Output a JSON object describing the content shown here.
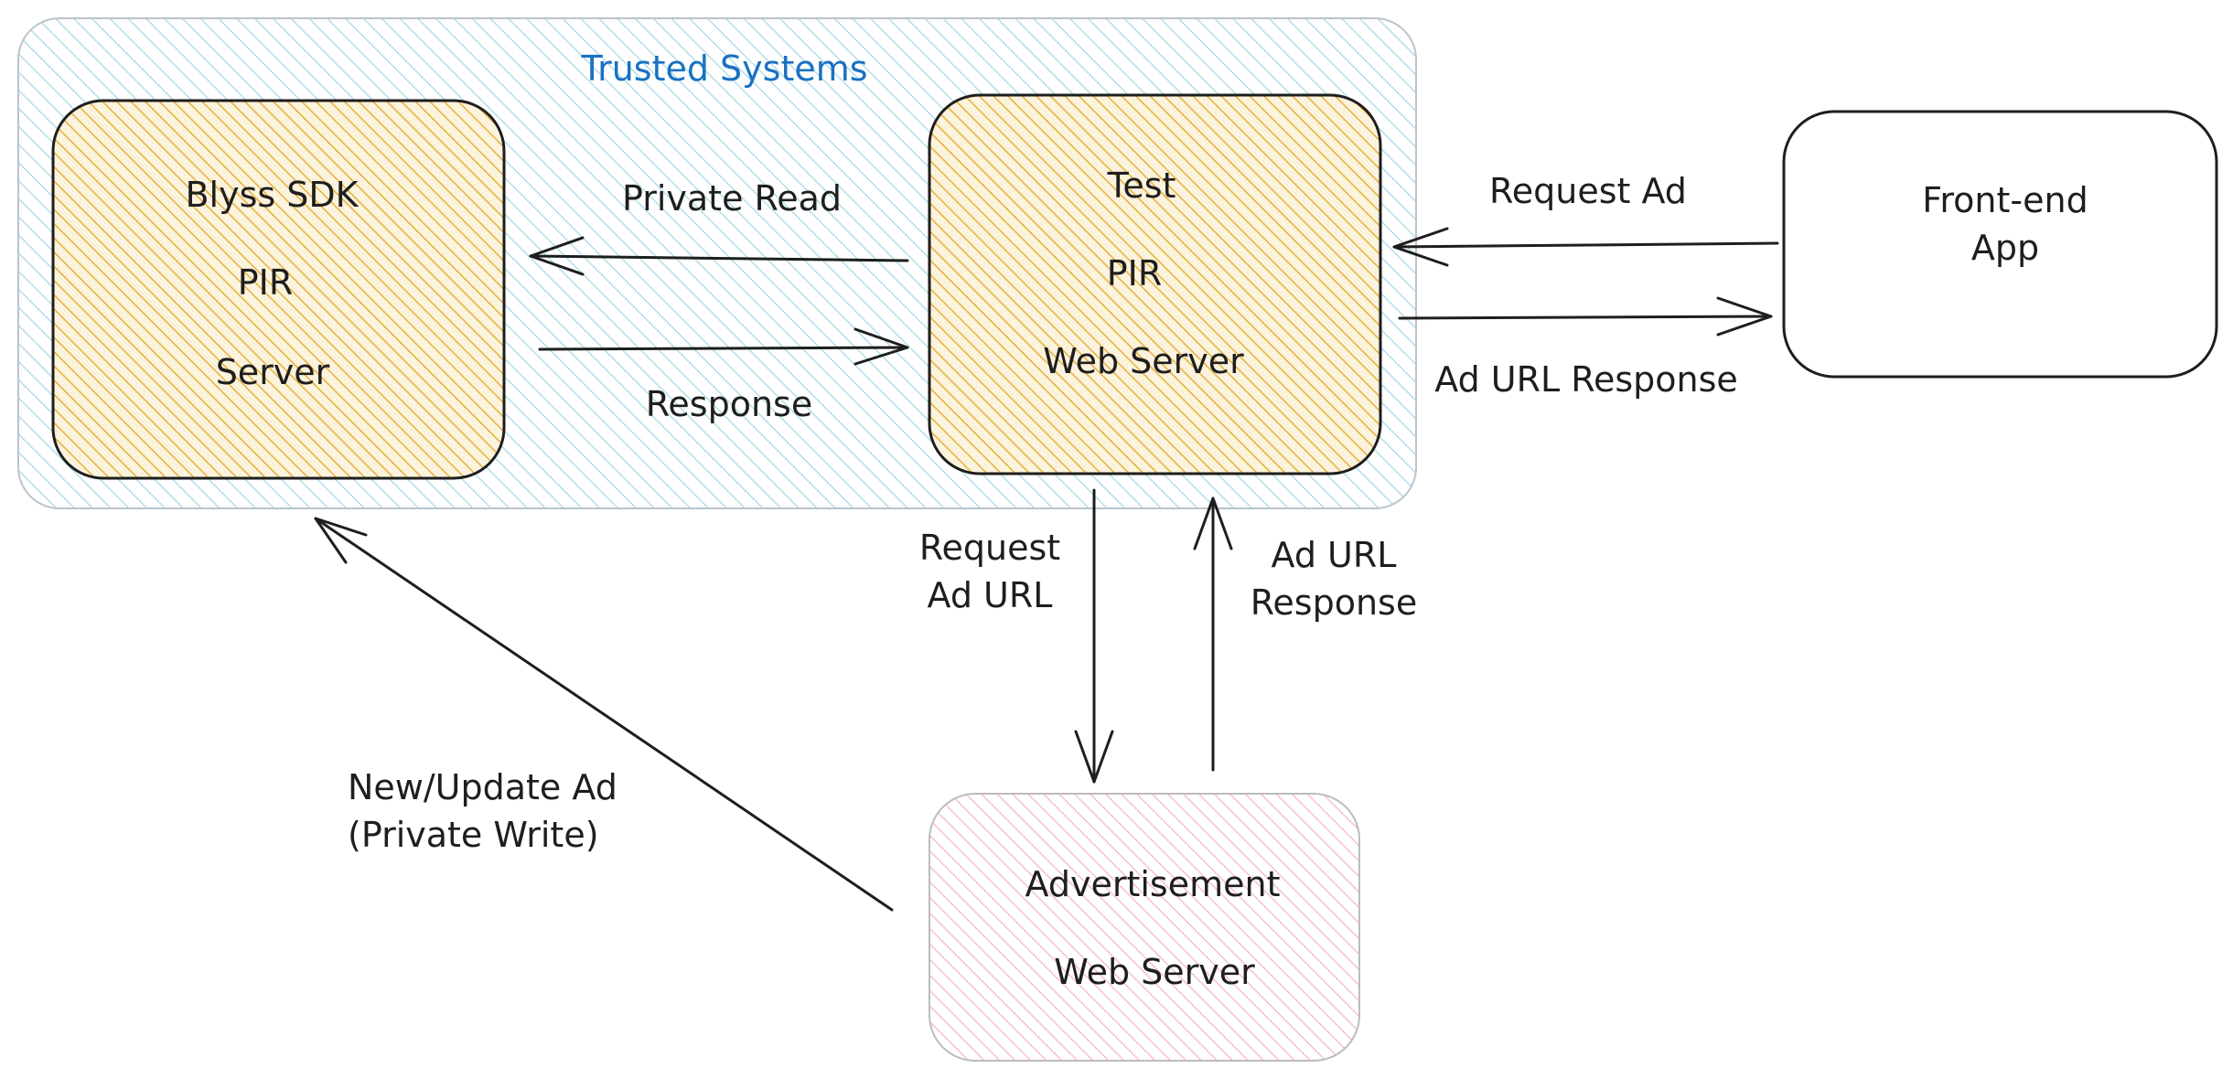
{
  "colors": {
    "trusted_fill": "#a5d8e6",
    "pir_fill": "#e8b13a",
    "ad_fill": "#f4b6c8",
    "stroke": "#1e1e1e",
    "trusted_stroke": "#b9c4cb",
    "title": "#1971c2"
  },
  "trusted": {
    "title": "Trusted Systems"
  },
  "nodes": {
    "blyss": {
      "line1": "Blyss SDK",
      "line2": "PIR",
      "line3": "Server"
    },
    "test": {
      "line1": "Test",
      "line2": "PIR",
      "line3": "Web Server"
    },
    "frontend": {
      "line1": "Front-end",
      "line2": "App"
    },
    "advert": {
      "line1": "Advertisement",
      "line2": "Web Server"
    }
  },
  "edges": {
    "private_read": "Private Read",
    "response": "Response",
    "request_ad": "Request Ad",
    "ad_url_response": "Ad URL Response",
    "request_ad_url": {
      "line1": "Request",
      "line2": "Ad URL"
    },
    "ad_url_response_vert": {
      "line1": "Ad URL",
      "line2": "Response"
    },
    "new_update": {
      "line1": "New/Update Ad",
      "line2": "(Private Write)"
    }
  }
}
